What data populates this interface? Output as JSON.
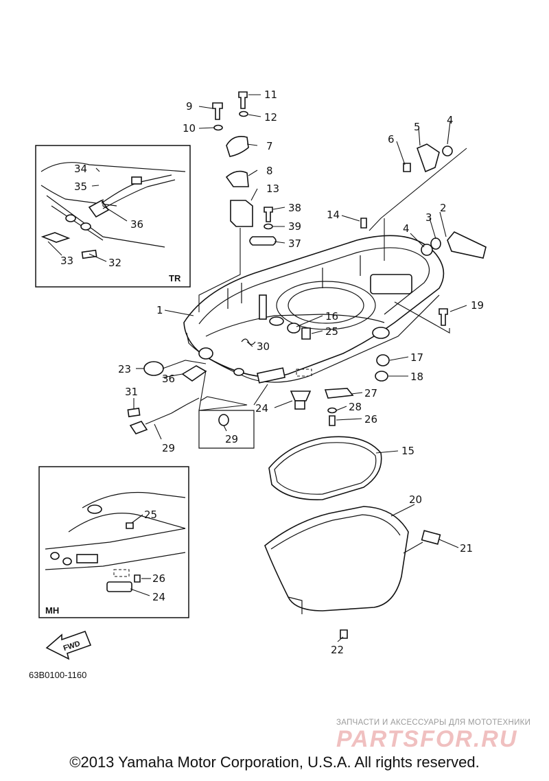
{
  "diagram_code": "63B0100-1160",
  "copyright": "©2013 Yamaha Motor Corporation, U.S.A. All rights reserved.",
  "watermark": {
    "tagline": "ЗАПЧАСТИ И АКСЕССУАРЫ ДЛЯ МОТОТЕХНИКИ",
    "logo_text": "PARTSFOR.RU"
  },
  "insets": {
    "tr": "TR",
    "mh": "MH"
  },
  "fwd_label": "FWD",
  "callouts": {
    "c1": "1",
    "c2": "2",
    "c3": "3",
    "c4a": "4",
    "c4b": "4",
    "c5": "5",
    "c6": "6",
    "c7": "7",
    "c8": "8",
    "c9": "9",
    "c10": "10",
    "c11": "11",
    "c12": "12",
    "c13": "13",
    "c14": "14",
    "c15": "15",
    "c16": "16",
    "c17": "17",
    "c18": "18",
    "c19": "19",
    "c20": "20",
    "c21": "21",
    "c22": "22",
    "c23": "23",
    "c24": "24",
    "c25": "25",
    "c26": "26",
    "c27": "27",
    "c28": "28",
    "c29a": "29",
    "c29b": "29",
    "c30": "30",
    "c31": "31",
    "c32": "32",
    "c33": "33",
    "c34": "34",
    "c35": "35",
    "c36a": "36",
    "c36b": "36",
    "c37": "37",
    "c38": "38",
    "c39": "39",
    "mh24": "24",
    "mh25": "25",
    "mh26": "26"
  }
}
